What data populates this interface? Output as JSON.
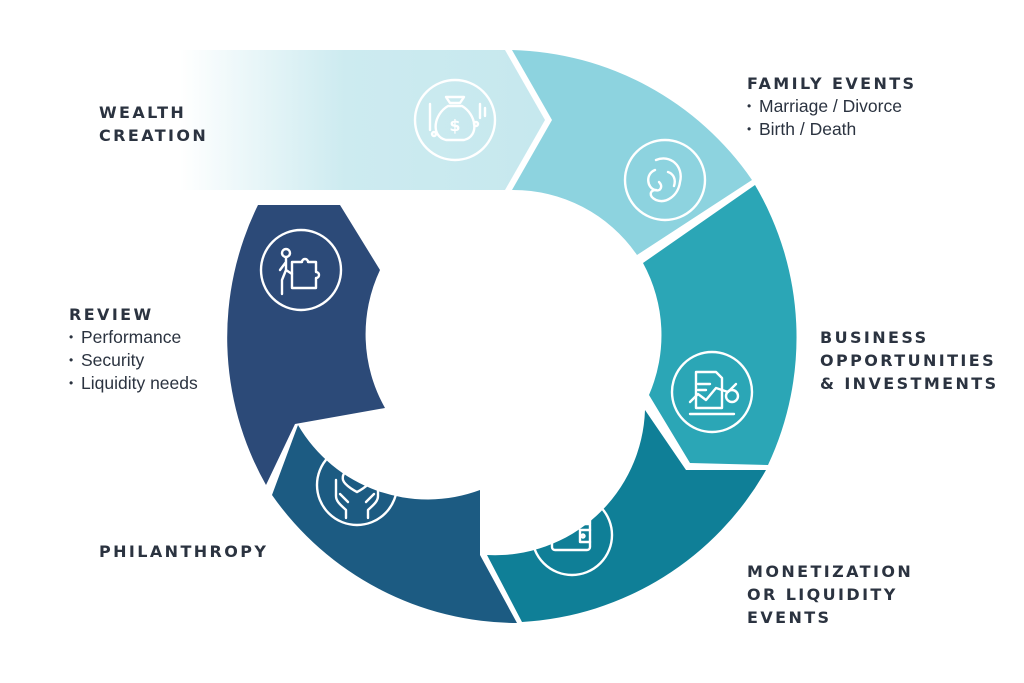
{
  "diagram": {
    "stages": [
      {
        "id": "wealth-creation",
        "title_lines": [
          "WEALTH",
          "CREATION"
        ],
        "bullets": [],
        "color": "#cdebf0",
        "icon": "money-bag-dollar-icon"
      },
      {
        "id": "family-events",
        "title_lines": [
          "FAMILY EVENTS"
        ],
        "bullets": [
          "Marriage / Divorce",
          "Birth / Death"
        ],
        "color": "#8dd3df",
        "icon": "baby-fetus-icon"
      },
      {
        "id": "business-opportunities",
        "title_lines": [
          "BUSINESS",
          "OPPORTUNITIES",
          "& INVESTMENTS"
        ],
        "bullets": [],
        "color": "#2ba6b6",
        "icon": "document-chart-coin-icon"
      },
      {
        "id": "monetization",
        "title_lines": [
          "MONETIZATION",
          "OR LIQUIDITY",
          "EVENTS"
        ],
        "bullets": [],
        "color": "#0f7f97",
        "icon": "wallet-cash-icon"
      },
      {
        "id": "philanthropy",
        "title_lines": [
          "PHILANTHROPY"
        ],
        "bullets": [],
        "color": "#1c5b82",
        "icon": "hands-holding-heart-icon"
      },
      {
        "id": "review",
        "title_lines": [
          "REVIEW"
        ],
        "bullets": [
          "Performance",
          "Security",
          "Liquidity needs"
        ],
        "color": "#2c4a78",
        "icon": "person-puzzle-icon"
      }
    ],
    "text_color": "#2b3340"
  }
}
